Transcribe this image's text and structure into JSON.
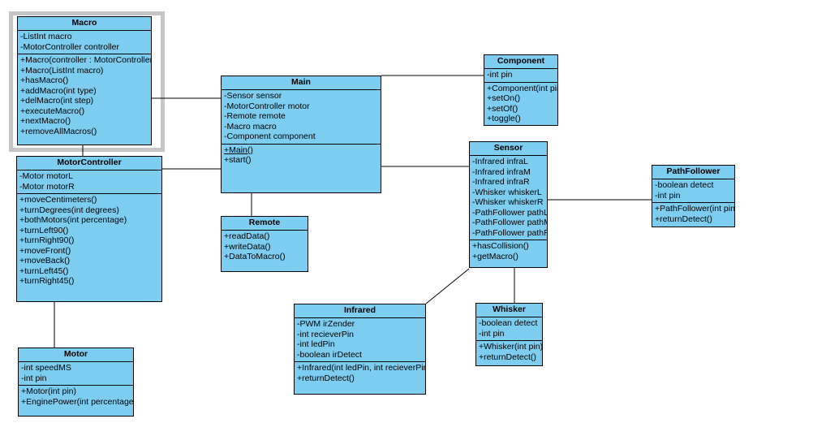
{
  "diagram": {
    "type": "uml-class-diagram",
    "colors": {
      "node_fill": "#7dcdf0",
      "node_border": "#000000",
      "selection_frame": "#c6c6c6",
      "background": "#ffffff"
    },
    "classes": [
      {
        "id": "macro",
        "name": "Macro",
        "selected": true,
        "attributes": [
          "-ListInt macro",
          "-MotorController controller"
        ],
        "methods": [
          "+Macro(controller : MotorController)",
          "+Macro(ListInt macro)",
          "+hasMacro()",
          "+addMacro(int type)",
          "+delMacro(int step)",
          "+executeMacro()",
          "+nextMacro()",
          "+removeAllMacros()"
        ]
      },
      {
        "id": "motorcontroller",
        "name": "MotorController",
        "selected": false,
        "attributes": [
          "-Motor motorL",
          "-Motor motorR"
        ],
        "methods": [
          "+moveCentimeters()",
          "+turnDegrees(int degrees)",
          "+bothMotors(int percentage)",
          "+turnLeft90()",
          "+turnRight90()",
          "+moveFront()",
          "+moveBack()",
          "+turnLeft45()",
          "+turnRight45()"
        ]
      },
      {
        "id": "motor",
        "name": "Motor",
        "selected": false,
        "attributes": [
          "-int speedMS",
          "-int pin"
        ],
        "methods": [
          "+Motor(int pin)",
          "+EnginePower(int percentage)"
        ]
      },
      {
        "id": "main",
        "name": "Main",
        "selected": false,
        "attributes": [
          "-Sensor sensor",
          "-MotorController motor",
          "-Remote remote",
          "-Macro macro",
          "-Component component"
        ],
        "methods": [
          "+Main()",
          "+start()"
        ],
        "underlined_method_index": 0
      },
      {
        "id": "remote",
        "name": "Remote",
        "selected": false,
        "attributes": [],
        "methods": [
          "+readData()",
          "+writeData()",
          "+DataToMacro()"
        ]
      },
      {
        "id": "component",
        "name": "Component",
        "selected": false,
        "attributes": [
          "-int pin"
        ],
        "methods": [
          "+Component(int pin)",
          "+setOn()",
          "+setOf()",
          "+toggle()"
        ]
      },
      {
        "id": "sensor",
        "name": "Sensor",
        "selected": false,
        "attributes": [
          "-Infrared infraL",
          "-Infrared infraM",
          "-Infrared infraR",
          "-Whisker whiskerL",
          "-Whisker whiskerR",
          "-PathFollower pathL",
          "-PathFollower pathM",
          "-PathFollower pathR"
        ],
        "methods": [
          "+hasCollision()",
          "+getMacro()"
        ]
      },
      {
        "id": "pathfollower",
        "name": "PathFollower",
        "selected": false,
        "attributes": [
          "-boolean detect",
          "-int pin"
        ],
        "methods": [
          "+PathFollower(int pin)",
          "+returnDetect()"
        ]
      },
      {
        "id": "infrared",
        "name": "Infrared",
        "selected": false,
        "attributes": [
          "-PWM irZender",
          "-int recieverPin",
          "-int ledPin",
          "-boolean irDetect"
        ],
        "methods": [
          "+Infrared(int ledPin, int recieverPin)",
          "+returnDetect()"
        ]
      },
      {
        "id": "whisker",
        "name": "Whisker",
        "selected": false,
        "attributes": [
          "-boolean detect",
          "-int pin"
        ],
        "methods": [
          "+Whisker(int pin)",
          "+returnDetect()"
        ]
      }
    ],
    "connectors": [
      {
        "id": "macro-main",
        "from": "Macro",
        "to": "Main"
      },
      {
        "id": "macro-motorcontroller",
        "from": "Macro",
        "to": "MotorController"
      },
      {
        "id": "motorcontroller-main",
        "from": "MotorController",
        "to": "Main"
      },
      {
        "id": "motorcontroller-motor",
        "from": "MotorController",
        "to": "Motor"
      },
      {
        "id": "main-remote",
        "from": "Main",
        "to": "Remote"
      },
      {
        "id": "main-component",
        "from": "Main",
        "to": "Component"
      },
      {
        "id": "main-sensor",
        "from": "Main",
        "to": "Sensor"
      },
      {
        "id": "sensor-pathfollower",
        "from": "Sensor",
        "to": "PathFollower"
      },
      {
        "id": "sensor-whisker",
        "from": "Sensor",
        "to": "Whisker"
      },
      {
        "id": "sensor-infrared",
        "from": "Sensor",
        "to": "Infrared"
      }
    ]
  }
}
